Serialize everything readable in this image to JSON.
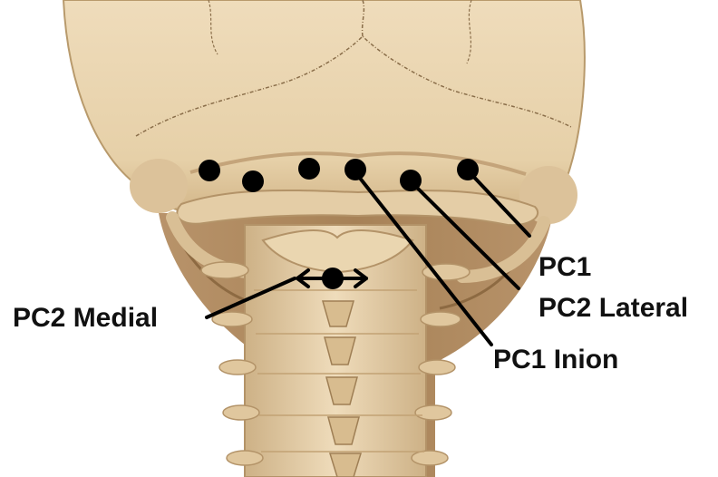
{
  "labels": {
    "pc1": "PC1",
    "pc2_lateral": "PC2 Lateral",
    "pc1_inion": "PC1 Inion",
    "pc2_medial": "PC2 Medial"
  },
  "colors": {
    "bone": "#e8d4b0",
    "bone_shadow": "#c9ad82",
    "bone_dark": "#a88a5e",
    "muscle": "#b08a5e",
    "suture": "#8a6e4a",
    "marker": "#000000",
    "background": "#ffffff"
  },
  "icons": {
    "marker": "filled-circle",
    "double_arrow": "left-right-arrow"
  }
}
